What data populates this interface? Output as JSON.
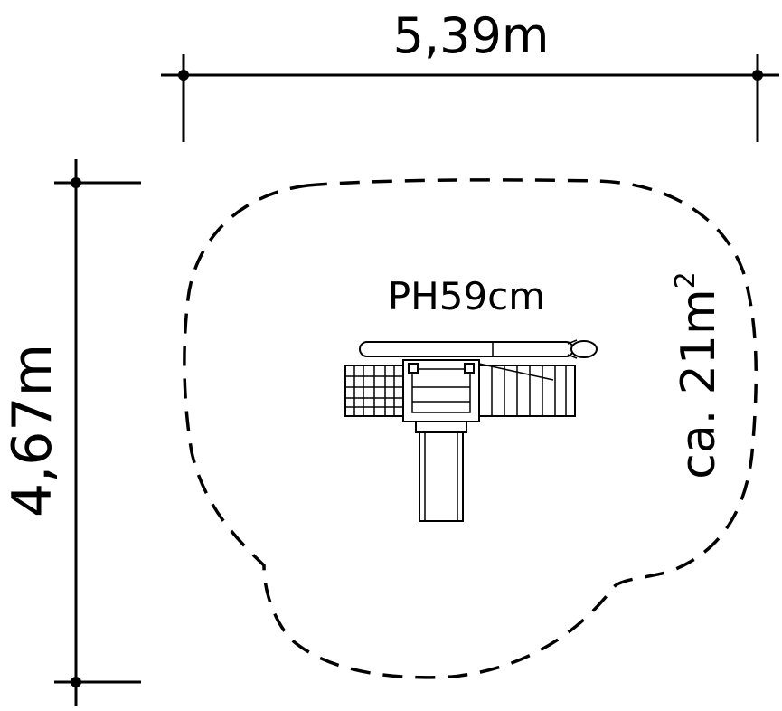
{
  "dimensions": {
    "width_label": "5,39m",
    "height_label": "4,67m"
  },
  "platform": {
    "height_label": "PH59cm"
  },
  "area": {
    "label_prefix": "ca. 21m",
    "label_superscript": "2"
  }
}
